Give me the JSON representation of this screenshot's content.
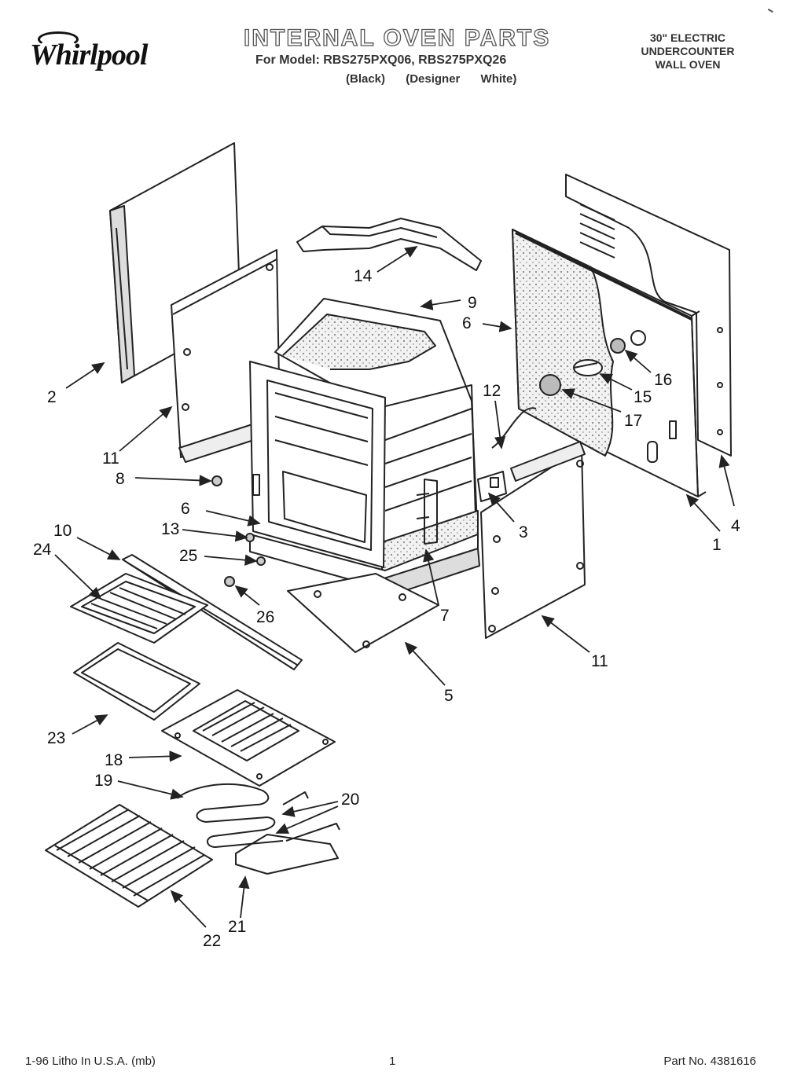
{
  "header": {
    "brand": "Whirlpool",
    "title": "INTERNAL OVEN PARTS",
    "model_line": "For Model: RBS275PXQ06, RBS275PXQ26",
    "variants": [
      "(Black)",
      "(Designer White)"
    ],
    "oven_type": [
      "30\" ELECTRIC",
      "UNDERCOUNTER",
      "WALL OVEN"
    ]
  },
  "callouts": [
    "1",
    "2",
    "3",
    "4",
    "5",
    "6",
    "6",
    "7",
    "8",
    "9",
    "10",
    "11",
    "11",
    "12",
    "13",
    "14",
    "15",
    "16",
    "17",
    "18",
    "19",
    "20",
    "21",
    "22",
    "23",
    "24",
    "25",
    "26"
  ],
  "footer": {
    "litho": "1-96 Litho In U.S.A. (mb)",
    "page": "1",
    "part_no": "Part No. 4381616"
  },
  "colors": {
    "line": "#222222",
    "insulation": "#e8e8e8"
  }
}
